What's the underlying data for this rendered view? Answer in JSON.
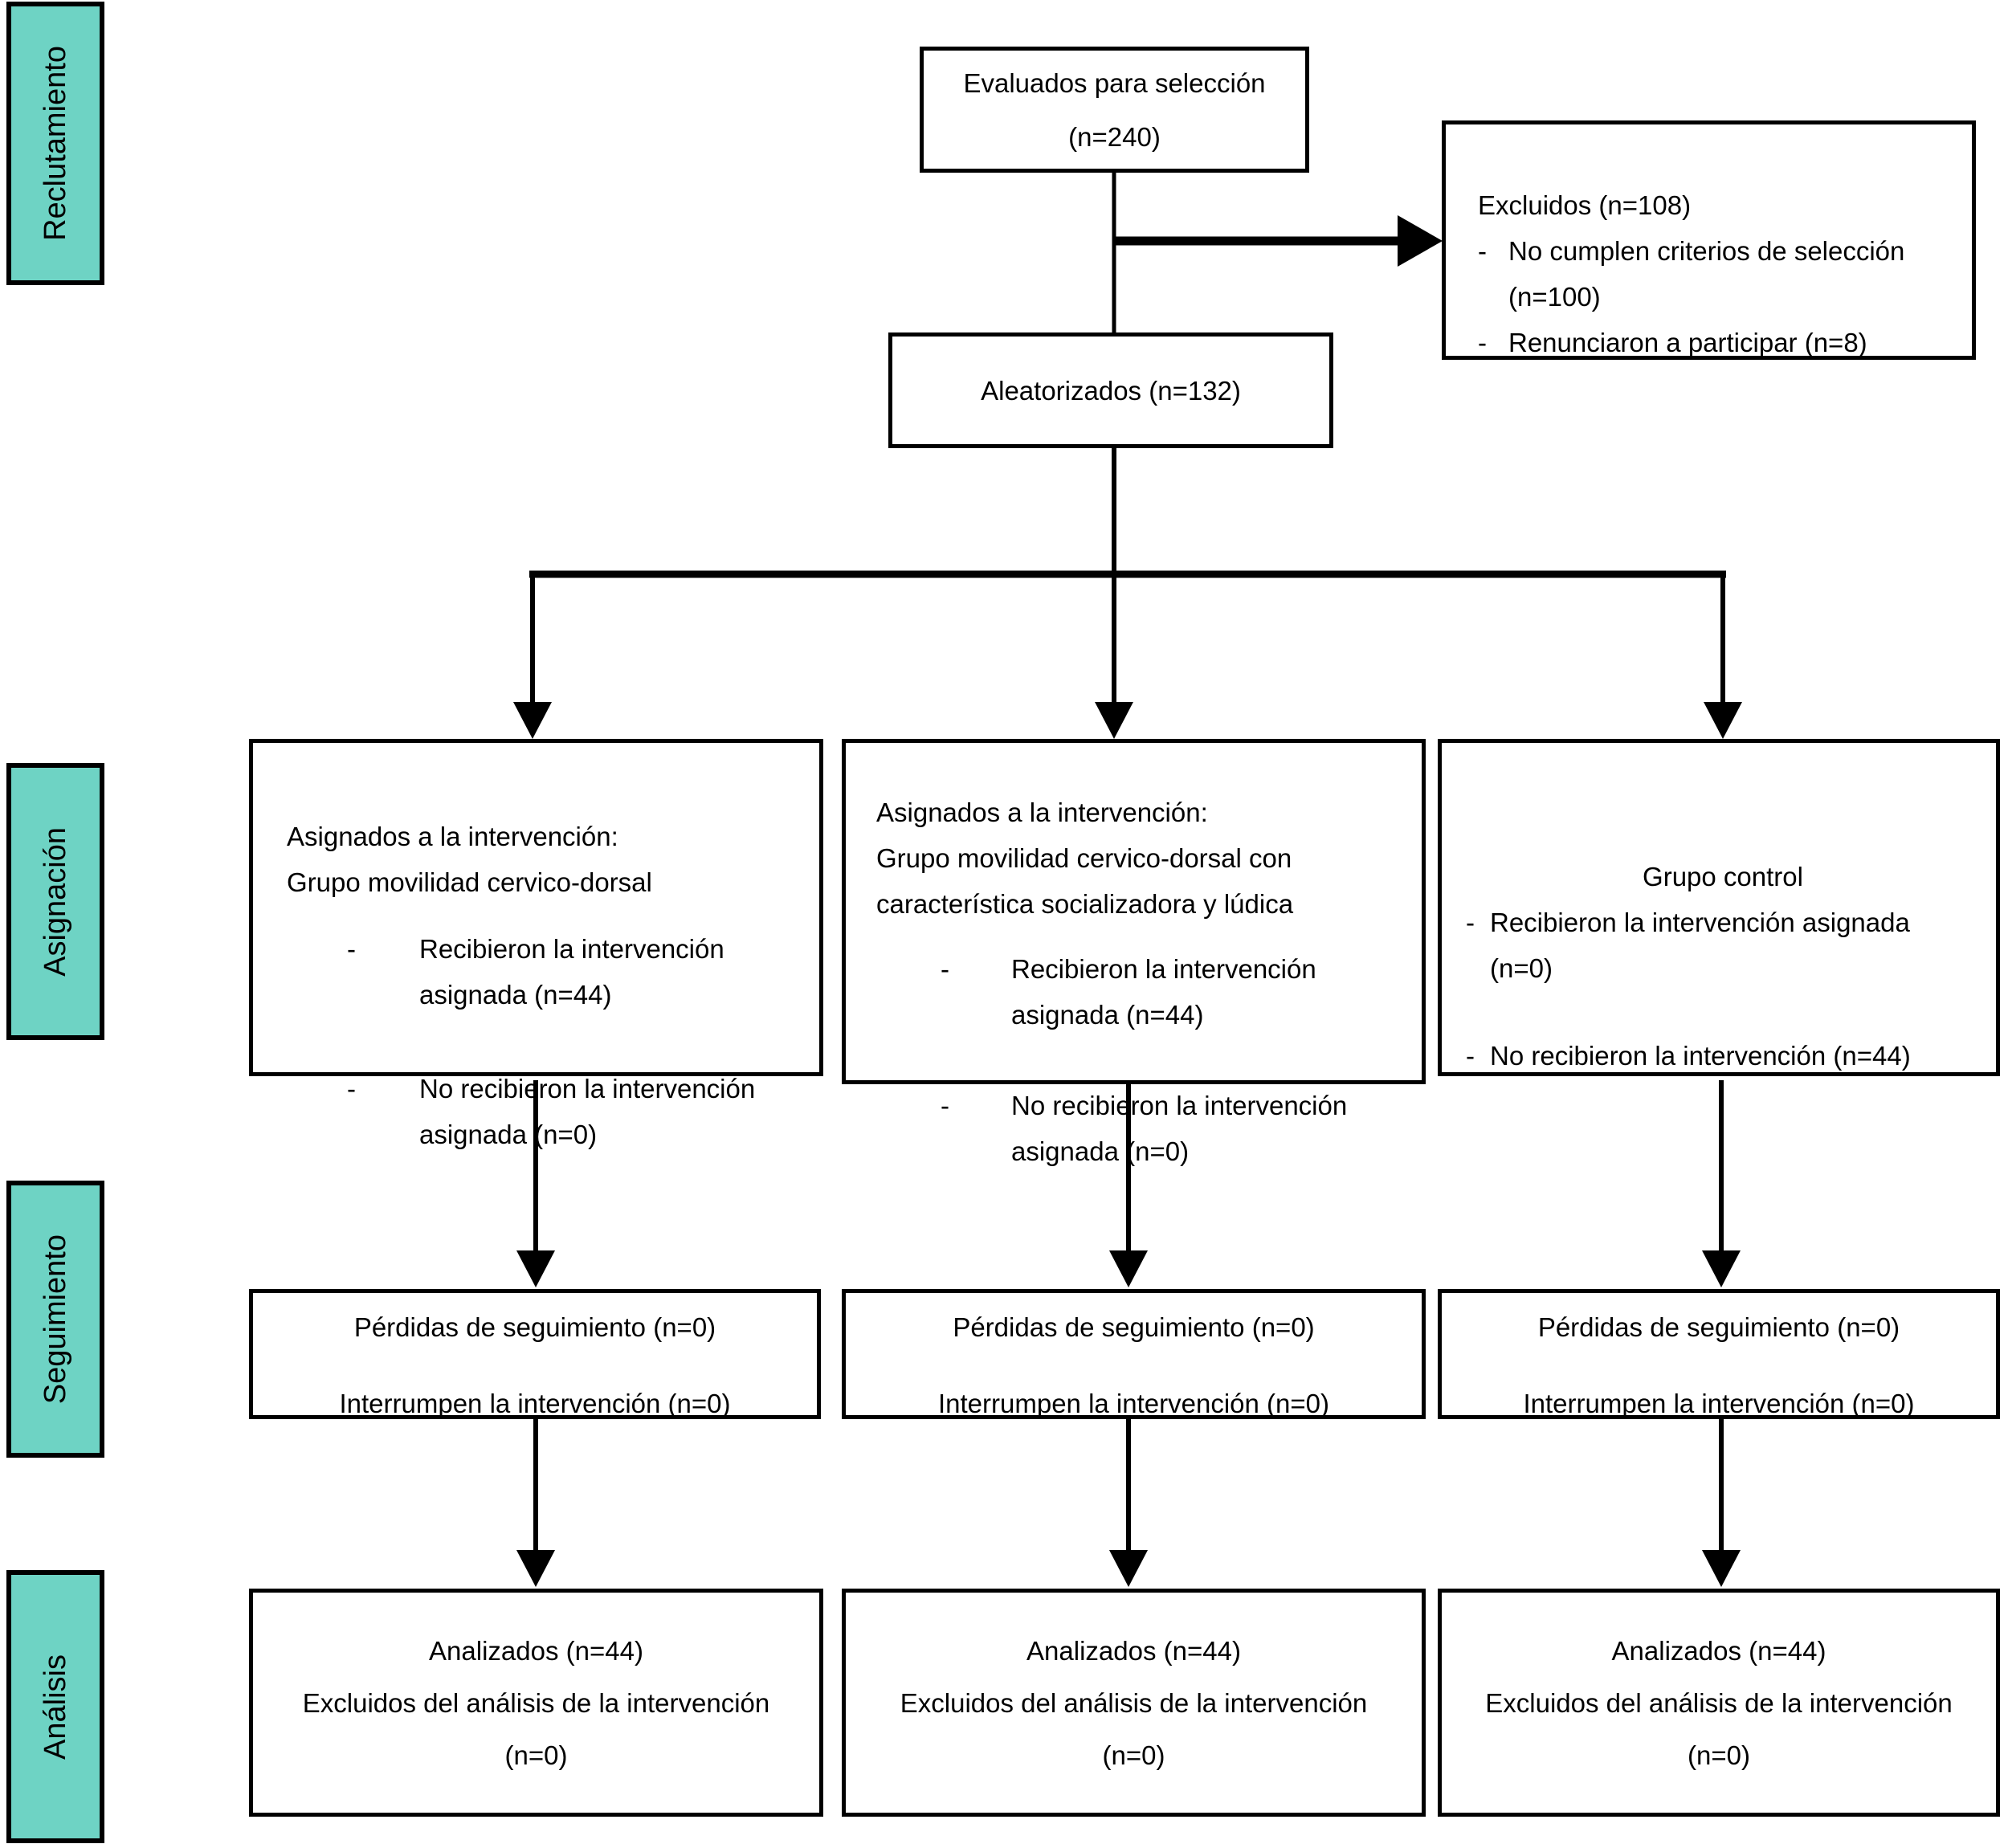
{
  "sidebar": {
    "fill": "#6ED3C4",
    "items": [
      {
        "label": "Reclutamiento"
      },
      {
        "label": "Asignación"
      },
      {
        "label": "Seguimiento"
      },
      {
        "label": "Análisis"
      }
    ]
  },
  "flow": {
    "evaluados": {
      "line1": "Evaluados para selección",
      "line2": "(n=240)"
    },
    "excluidos": {
      "title": "Excluidos (n=108)",
      "marker": "-",
      "items": [
        {
          "line1": "No cumplen criterios de selección",
          "line2": "(n=100)"
        },
        {
          "line1": "Renunciaron a participar (n=8)",
          "line2": ""
        }
      ]
    },
    "aleatorizados": {
      "label": "Aleatorizados (n=132)"
    }
  },
  "columns": [
    {
      "assignment": {
        "heading": [
          "Asignados a la intervención:",
          "Grupo movilidad cervico-dorsal"
        ],
        "marker": "-",
        "bullets": [
          {
            "line1": "Recibieron la intervención",
            "line2": "asignada (n=44)"
          },
          {
            "line1": "No recibieron la intervención",
            "line2": "asignada (n=0)"
          }
        ]
      },
      "followup": {
        "line1": "Pérdidas de seguimiento (n=0)",
        "line2": "Interrumpen la intervención (n=0)"
      },
      "analysis": {
        "line1": "Analizados (n=44)",
        "line2": "Excluidos del análisis de la intervención",
        "line3": "(n=0)"
      }
    },
    {
      "assignment": {
        "heading": [
          "Asignados a la intervención:",
          "Grupo movilidad cervico-dorsal con",
          "característica socializadora y lúdica"
        ],
        "marker": "-",
        "bullets": [
          {
            "line1": "Recibieron la intervención",
            "line2": "asignada (n=44)"
          },
          {
            "line1": "No recibieron la intervención",
            "line2": "asignada (n=0)"
          }
        ]
      },
      "followup": {
        "line1": "Pérdidas de seguimiento (n=0)",
        "line2": "Interrumpen la intervención (n=0)"
      },
      "analysis": {
        "line1": "Analizados (n=44)",
        "line2": "Excluidos del análisis de la intervención",
        "line3": "(n=0)"
      }
    },
    {
      "assignment": {
        "heading": [
          "Grupo control"
        ],
        "marker": "-",
        "bullets": [
          {
            "line1": "Recibieron la intervención asignada",
            "line2": "(n=0)"
          },
          {
            "line1": "No recibieron la intervención (n=44)",
            "line2": ""
          }
        ]
      },
      "followup": {
        "line1": "Pérdidas de seguimiento (n=0)",
        "line2": "Interrumpen la intervención (n=0)"
      },
      "analysis": {
        "line1": "Analizados (n=44)",
        "line2": "Excluidos del análisis de la intervención",
        "line3": "(n=0)"
      }
    }
  ]
}
